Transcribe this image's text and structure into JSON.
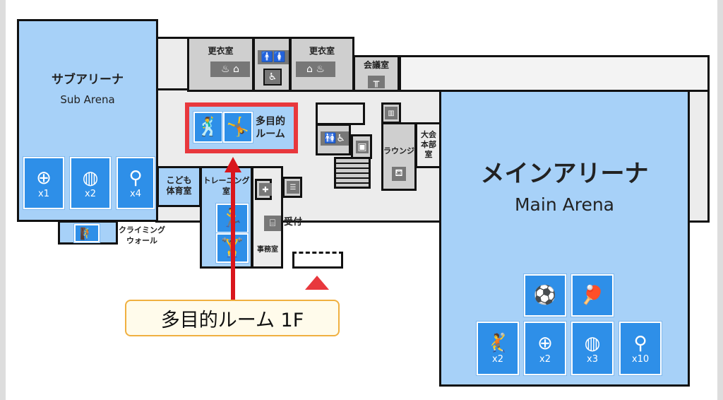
{
  "sub_arena": {
    "title_ja": "サブアリーナ",
    "title_en": "Sub Arena",
    "facilities": [
      {
        "icon": "basketball-icon",
        "glyph": "⊕",
        "count": "x1"
      },
      {
        "icon": "volleyball-icon",
        "glyph": "◍",
        "count": "x2"
      },
      {
        "icon": "badminton-icon",
        "glyph": "⚲",
        "count": "x4"
      }
    ]
  },
  "climbing": {
    "label1": "クライミング",
    "label2": "ウォール"
  },
  "rooms": {
    "locker1": "更衣室",
    "locker2": "更衣室",
    "meeting": "会議室",
    "multi1": "多目的",
    "multi2": "ルーム",
    "kids1": "こども",
    "kids2": "体育室",
    "training1": "トレーニング",
    "training2": "室",
    "office": "事務室",
    "reception": "受付",
    "lounge": "ラウンジ",
    "hq1": "大会",
    "hq2": "本部",
    "hq3": "室"
  },
  "main_arena": {
    "title_ja": "メインアリーナ",
    "title_en": "Main Arena",
    "facilities_top": [
      {
        "icon": "soccer-icon",
        "glyph": "⚽"
      },
      {
        "icon": "table-tennis-icon",
        "glyph": "🏓"
      }
    ],
    "facilities": [
      {
        "icon": "handball-icon",
        "glyph": "🤾",
        "count": "x2"
      },
      {
        "icon": "basketball-icon",
        "glyph": "⊕",
        "count": "x2"
      },
      {
        "icon": "volleyball-icon",
        "glyph": "◍",
        "count": "x3"
      },
      {
        "icon": "badminton-icon",
        "glyph": "⚲",
        "count": "x10"
      }
    ]
  },
  "callout": {
    "text": "多目的ルーム 1F"
  },
  "colors": {
    "highlight": "#e8383d",
    "arena": "#a7d1f8",
    "icon": "#2e8fe8"
  }
}
